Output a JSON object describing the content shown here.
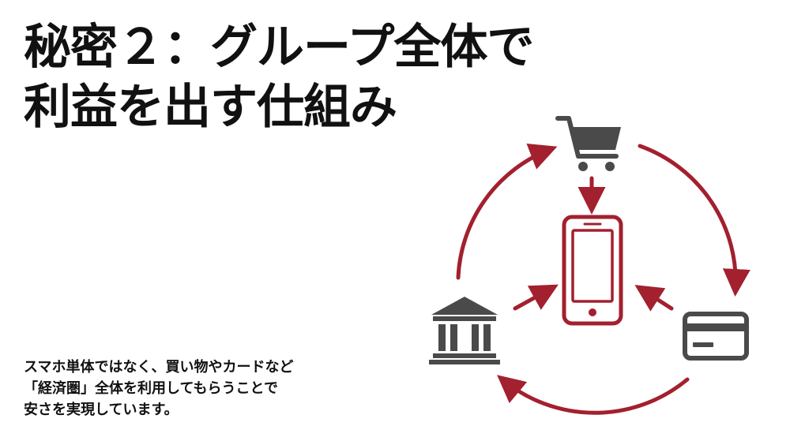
{
  "title": {
    "line1": "秘密２：グループ全体で",
    "line2": "利益を出す仕組み"
  },
  "caption": {
    "line1": "スマホ単体ではなく、買い物やカードなど",
    "line2": "「経済圏」全体を利用してもらうことで",
    "line3": "安さを実現しています。"
  },
  "diagram": {
    "center": "smartphone-icon",
    "nodes": [
      "shopping-cart-icon",
      "credit-card-icon",
      "bank-icon"
    ],
    "colors": {
      "accent": "#A3202E",
      "icon": "#4A4A4A"
    }
  }
}
